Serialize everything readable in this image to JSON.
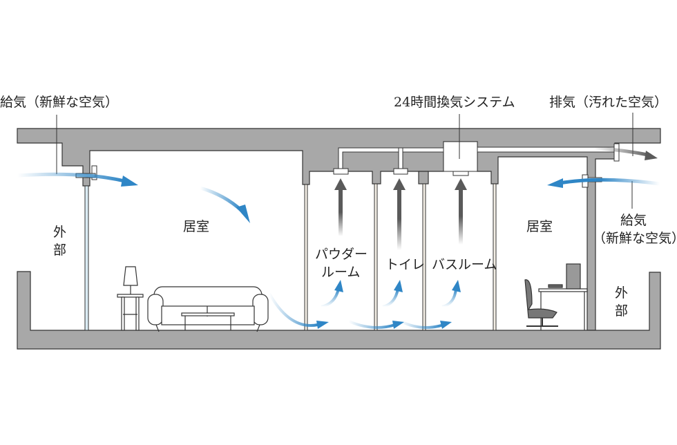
{
  "title": "24時間換気システム",
  "labels": {
    "supply_left": "給気（新鮮な空気）",
    "system": "24時間換気システム",
    "exhaust": "排気（汚れた空気）",
    "supply_right_1": "給気",
    "supply_right_2": "（新鮮な空気）",
    "outside_left_1": "外",
    "outside_left_2": "部",
    "outside_right_1": "外",
    "outside_right_2": "部",
    "living_left": "居室",
    "living_right": "居室",
    "powder_1": "パウダー",
    "powder_2": "ルーム",
    "toilet": "トイレ",
    "bathroom": "バスルーム"
  },
  "colors": {
    "concrete": "#a8a8a8",
    "fresh_air": "#2f86c6",
    "exhaust_air": "#5a5a5a"
  }
}
